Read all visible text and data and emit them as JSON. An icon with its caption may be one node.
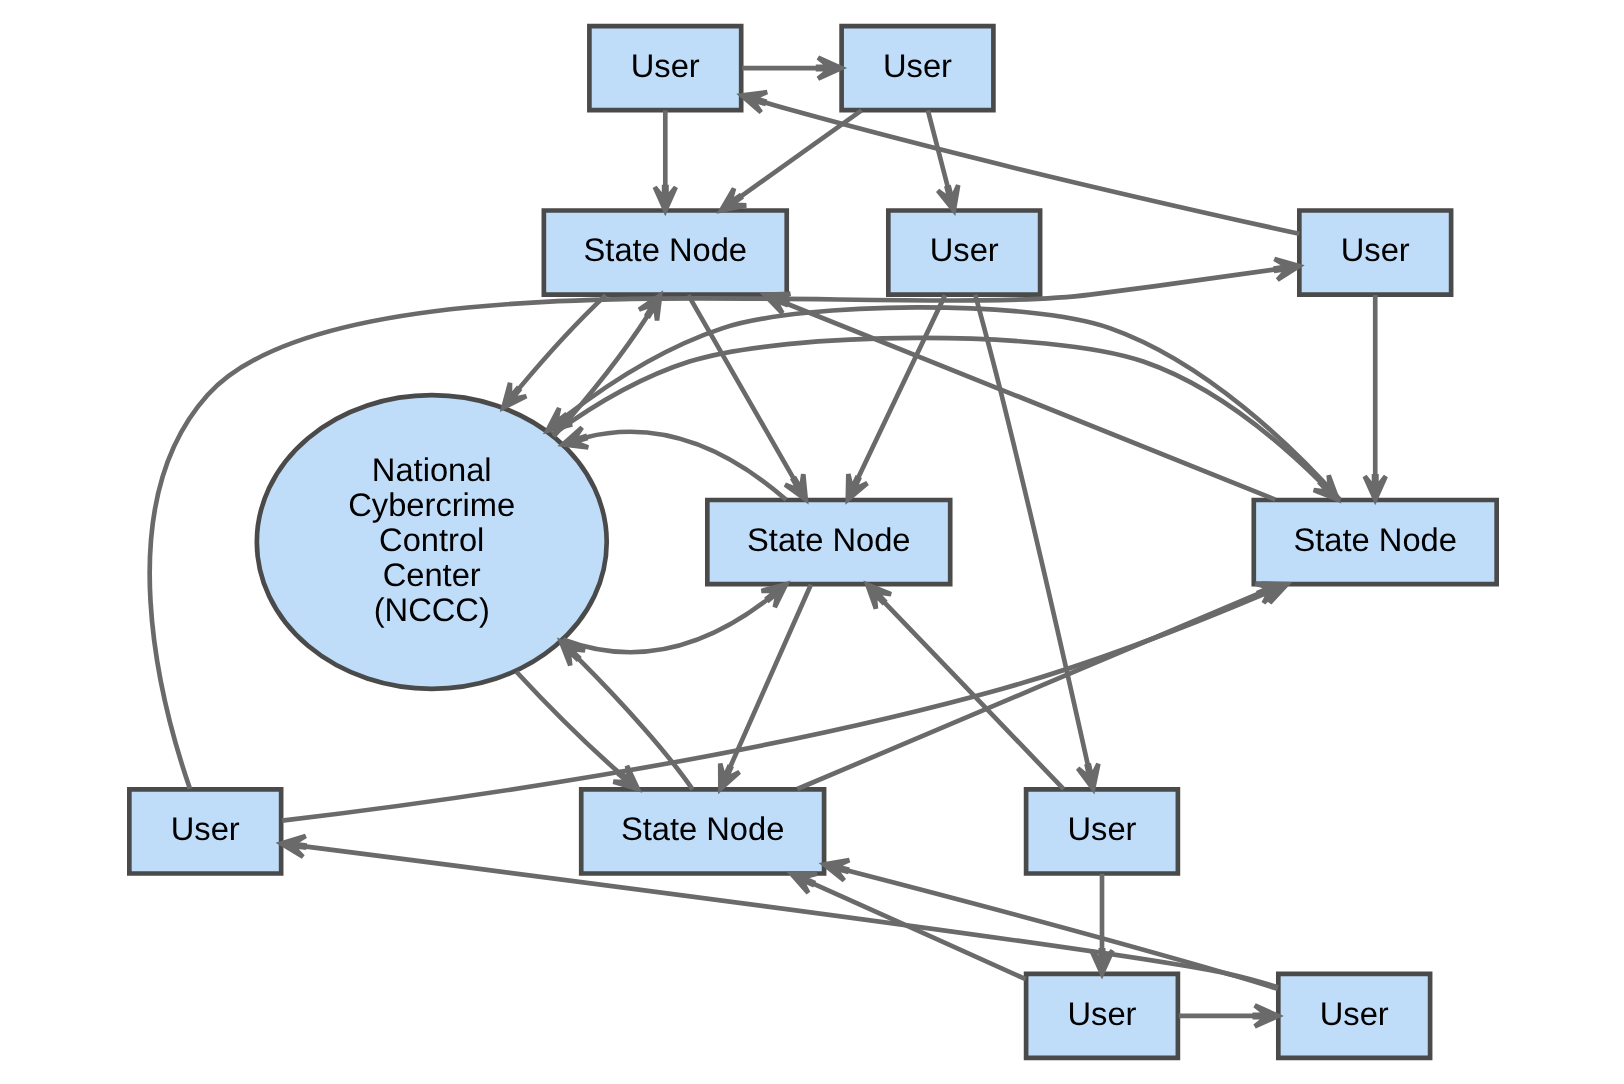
{
  "diagram": {
    "nodes": [
      {
        "text": [
          "User"
        ]
      },
      {
        "text": [
          "User"
        ]
      },
      {
        "text": [
          "User"
        ]
      },
      {
        "text": [
          "State Node"
        ]
      },
      {
        "text": [
          "User"
        ]
      },
      {
        "text": [
          "State Node"
        ]
      },
      {
        "text": [
          "National Cybercrime Control Center (NCCC)"
        ]
      },
      {
        "text": [
          "State Node"
        ]
      },
      {
        "text": [
          "User"
        ]
      },
      {
        "text": [
          "User"
        ]
      },
      {
        "text": [
          "State Node"
        ]
      },
      {
        "text": [
          "User"
        ]
      },
      {
        "text": [
          "User"
        ]
      }
    ],
    "edges": [
      {
        "from": 2,
        "to": 0,
        "arrow": "to"
      },
      {
        "from": 0,
        "to": 1,
        "arrow": "to"
      },
      {
        "from": 1,
        "to": 4,
        "arrow": "to"
      },
      {
        "from": 4,
        "to": 9,
        "arrow": "to"
      },
      {
        "from": 9,
        "to": 12,
        "arrow": "to"
      },
      {
        "from": 12,
        "to": 11,
        "arrow": "to"
      },
      {
        "from": 11,
        "to": 8,
        "arrow": "to"
      },
      {
        "from": 8,
        "to": 2,
        "arrow": "to"
      },
      {
        "from": 0,
        "to": 3,
        "arrow": "to"
      },
      {
        "from": 1,
        "to": 3,
        "arrow": "to"
      },
      {
        "from": 2,
        "to": 5,
        "arrow": "to"
      },
      {
        "from": 8,
        "to": 5,
        "arrow": "to"
      },
      {
        "from": 4,
        "to": 7,
        "arrow": "to"
      },
      {
        "from": 9,
        "to": 7,
        "arrow": "to"
      },
      {
        "from": 11,
        "to": 10,
        "arrow": "to"
      },
      {
        "from": 12,
        "to": 10,
        "arrow": "to"
      },
      {
        "from": 5,
        "to": 3,
        "arrow": "to"
      },
      {
        "from": 3,
        "to": 7,
        "arrow": "to"
      },
      {
        "from": 7,
        "to": 10,
        "arrow": "to"
      },
      {
        "from": 10,
        "to": 5,
        "arrow": "to"
      },
      {
        "from": 3,
        "to": 6,
        "arrow": "to"
      },
      {
        "from": 6,
        "to": 3,
        "arrow": "to"
      },
      {
        "from": 6,
        "to": 5,
        "arrow": "to"
      },
      {
        "from": 5,
        "to": 6,
        "arrow": "to"
      },
      {
        "from": 6,
        "to": 7,
        "arrow": "to"
      },
      {
        "from": 7,
        "to": 6,
        "arrow": "to"
      },
      {
        "from": 6,
        "to": 10,
        "arrow": "to"
      },
      {
        "from": 10,
        "to": 6,
        "arrow": "to"
      }
    ]
  }
}
